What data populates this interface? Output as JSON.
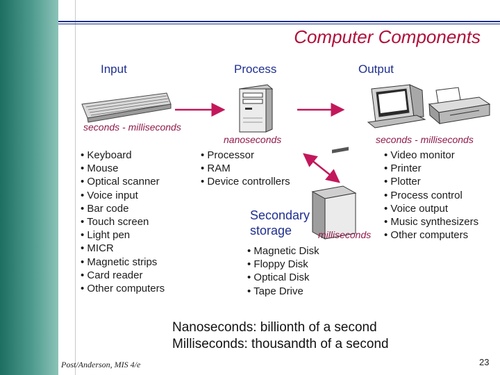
{
  "slide": {
    "title": "Computer Components",
    "headings": {
      "input": "Input",
      "process": "Process",
      "output": "Output"
    },
    "timings": {
      "input": "seconds - milliseconds",
      "process": "nanoseconds",
      "output": "seconds - milliseconds",
      "storage": "milliseconds"
    },
    "input_items": [
      "Keyboard",
      "Mouse",
      "Optical scanner",
      "Voice input",
      "Bar code",
      "Touch screen",
      "Light pen",
      "MICR",
      "Magnetic strips",
      "Card reader",
      "Other computers"
    ],
    "process_items": [
      "Processor",
      "RAM",
      "Device controllers"
    ],
    "output_items": [
      "Video monitor",
      "Printer",
      "Plotter",
      "Process control",
      "Voice output",
      "Music synthesizers",
      "Other computers"
    ],
    "storage_heading": "Secondary storage",
    "storage_items": [
      "Magnetic Disk",
      "Floppy Disk",
      "Optical Disk",
      "Tape Drive"
    ],
    "notes": [
      "Nanoseconds: billionth of a second",
      "Milliseconds: thousandth of a second"
    ],
    "footer": "Post/Anderson, MIS 4/e",
    "page_number": "23"
  },
  "colors": {
    "title": "#b0103a",
    "heading": "#1f2f8f",
    "arrow": "#c2185b",
    "band": "#1d6f62"
  },
  "icons": [
    "keyboard-icon",
    "computer-tower-icon",
    "monitor-icon",
    "printer-icon",
    "disk-drive-icon"
  ]
}
